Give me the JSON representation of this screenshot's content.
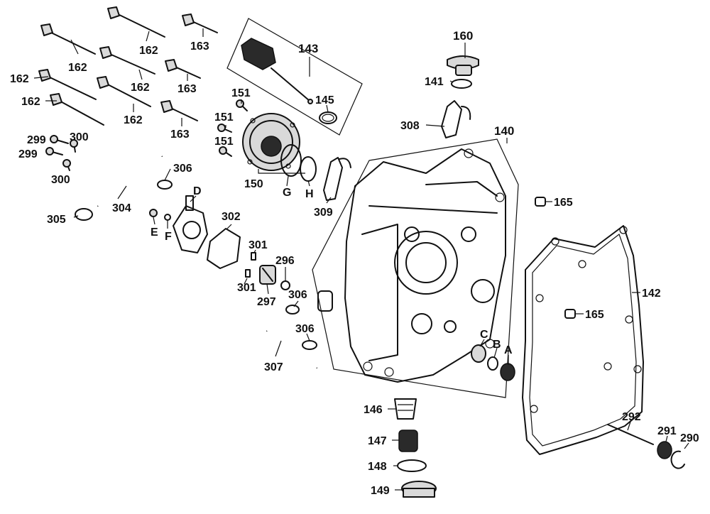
{
  "diagram": {
    "callouts": {
      "p143": "143",
      "p145": "145",
      "p140": "140",
      "p142": "142",
      "p160": "160",
      "p141": "141",
      "p308": "308",
      "p309": "309",
      "p165a": "165",
      "p165b": "165",
      "p162a": "162",
      "p162b": "162",
      "p162c": "162",
      "p162d": "162",
      "p162e": "162",
      "p162f": "162",
      "p163a": "163",
      "p163b": "163",
      "p163c": "163",
      "p299a": "299",
      "p299b": "299",
      "p300a": "300",
      "p300b": "300",
      "p151a": "151",
      "p151b": "151",
      "p151c": "151",
      "p150": "150",
      "pG": "G",
      "pH": "H",
      "p306a": "306",
      "p306b": "306",
      "p306c": "306",
      "p304": "304",
      "p305": "305",
      "pD": "D",
      "pE": "E",
      "pF": "F",
      "p302": "302",
      "p301a": "301",
      "p301b": "301",
      "p296": "296",
      "p297": "297",
      "p307": "307",
      "pC": "C",
      "pB": "B",
      "pA": "A",
      "p146": "146",
      "p147": "147",
      "p148": "148",
      "p149": "149",
      "p292": "292",
      "p291": "291",
      "p290": "290"
    }
  }
}
